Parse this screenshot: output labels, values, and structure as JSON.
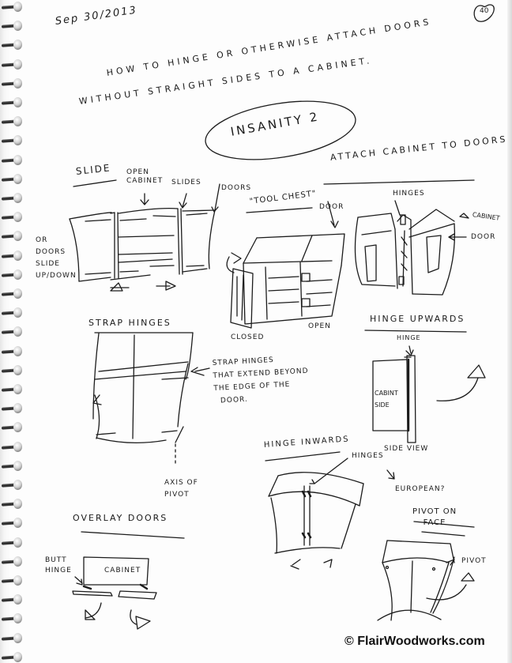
{
  "page": {
    "date": "Sep 30/2013",
    "page_number": "40",
    "title_line_1": "HOW TO HINGE OR OTHERWISE ATTACH DOORS",
    "title_line_2": "WITHOUT STRAIGHT SIDES TO A CABINET.",
    "circled_heading": "INSANITY 2",
    "copyright": "© FlairWoodworks.com"
  },
  "sketches": {
    "slide": {
      "heading": "SLIDE",
      "labels": {
        "open_cabinet": "OPEN\nCABINET",
        "slides": "SLIDES",
        "doors": "DOORS",
        "side_note": "OR\nDOORS\nSLIDE\nUP/DOWN"
      }
    },
    "attach_cabinet": {
      "heading": "ATTACH CABINET TO DOORS",
      "tool_chest": {
        "heading": "\"TOOL CHEST\"",
        "door": "DOOR",
        "closed": "CLOSED",
        "open": "OPEN"
      },
      "labels": {
        "hinges": "HINGES",
        "cabinet": "CABINET",
        "door": "DOOR"
      }
    },
    "strap_hinges": {
      "heading": "STRAP HINGES",
      "note": "STRAP HINGES\nTHAT EXTEND BEYOND\nTHE EDGE OF THE\n  DOOR.",
      "axis": "AXIS OF\nPIVOT"
    },
    "hinge_upwards": {
      "heading": "HINGE UPWARDS",
      "hinge": "HINGE",
      "cabinet_side": "CABINT\nSIDE",
      "side_view": "SIDE VIEW"
    },
    "hinge_inwards": {
      "heading": "HINGE INWARDS",
      "hinges": "HINGES",
      "european": "EUROPEAN?"
    },
    "overlay_doors": {
      "heading": "OVERLAY DOORS",
      "butt_hinge": "BUTT\nHINGE",
      "cabinet": "CABINET"
    },
    "pivot_on_face": {
      "heading": "PIVOT ON\nFACE",
      "pivot": "PIVOT"
    }
  },
  "colors": {
    "ink": "#1a1a1a",
    "paper": "#fdfdfd",
    "spiral_wire": "#2a2a2a"
  }
}
